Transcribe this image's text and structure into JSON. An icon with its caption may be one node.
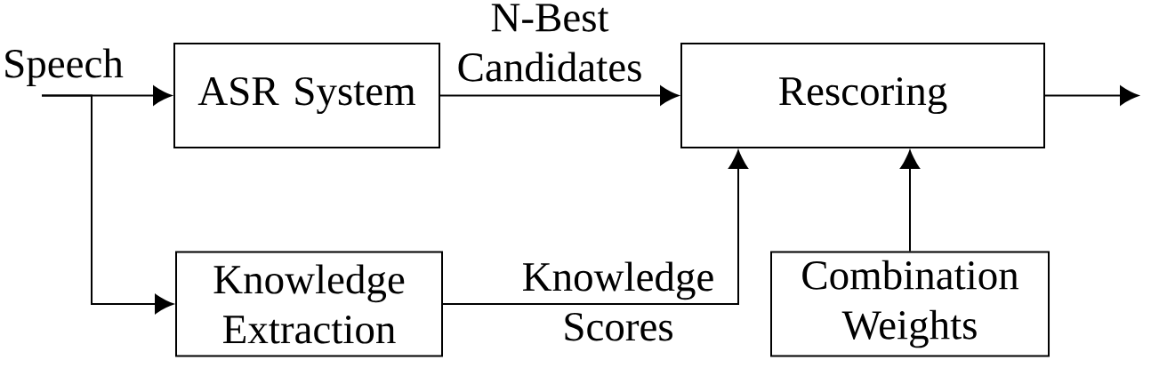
{
  "diagram": {
    "nodes": [
      {
        "text": [
          "Speech"
        ]
      },
      {
        "text": [
          "ASR System"
        ]
      },
      {
        "text": [
          "Rescoring"
        ]
      },
      {
        "text": [
          "Knowledge Extraction"
        ]
      },
      {
        "text": [
          "Combination Weights"
        ]
      }
    ],
    "edges": [
      {
        "from": 0,
        "to": 1,
        "arrow": "to"
      },
      {
        "from": 0,
        "to": 3,
        "arrow": "to"
      },
      {
        "from": 1,
        "to": 2,
        "arrow": "to",
        "label": "N-Best Candidates"
      },
      {
        "from": 3,
        "to": 2,
        "arrow": "to",
        "label": "Knowledge Scores"
      },
      {
        "from": 4,
        "to": 2,
        "arrow": "to"
      },
      {
        "from": 2,
        "to": null,
        "arrow": "to"
      }
    ]
  }
}
